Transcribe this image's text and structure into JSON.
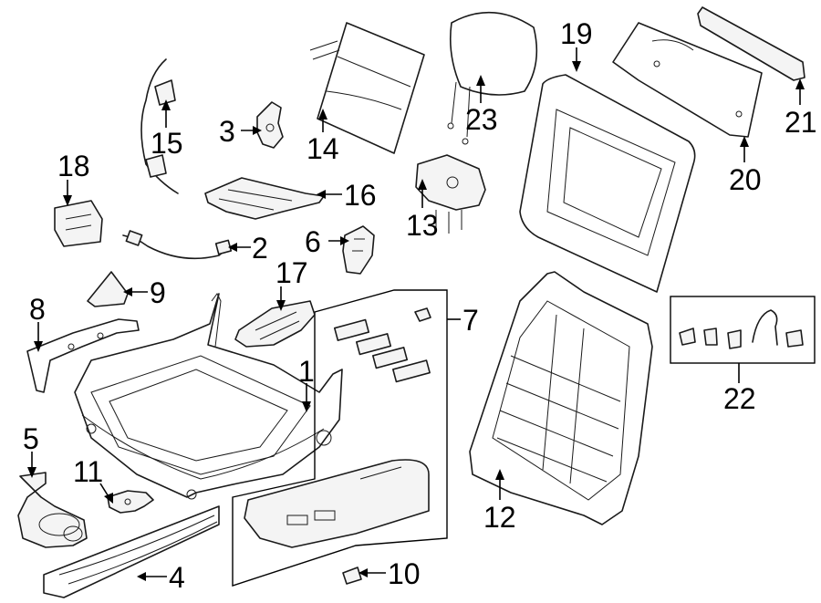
{
  "callouts": [
    {
      "id": "c1",
      "label": "1"
    },
    {
      "id": "c2",
      "label": "2"
    },
    {
      "id": "c3",
      "label": "3"
    },
    {
      "id": "c4",
      "label": "4"
    },
    {
      "id": "c5",
      "label": "5"
    },
    {
      "id": "c6",
      "label": "6"
    },
    {
      "id": "c7",
      "label": "7"
    },
    {
      "id": "c8",
      "label": "8"
    },
    {
      "id": "c9",
      "label": "9"
    },
    {
      "id": "c10",
      "label": "10"
    },
    {
      "id": "c11",
      "label": "11"
    },
    {
      "id": "c12",
      "label": "12"
    },
    {
      "id": "c13",
      "label": "13"
    },
    {
      "id": "c14",
      "label": "14"
    },
    {
      "id": "c15",
      "label": "15"
    },
    {
      "id": "c16",
      "label": "16"
    },
    {
      "id": "c17",
      "label": "17"
    },
    {
      "id": "c18",
      "label": "18"
    },
    {
      "id": "c19",
      "label": "19"
    },
    {
      "id": "c20",
      "label": "20"
    },
    {
      "id": "c21",
      "label": "21"
    },
    {
      "id": "c22",
      "label": "22"
    },
    {
      "id": "c23",
      "label": "23"
    }
  ],
  "colors": {
    "line": "#1a1a1a",
    "background": "#ffffff"
  }
}
